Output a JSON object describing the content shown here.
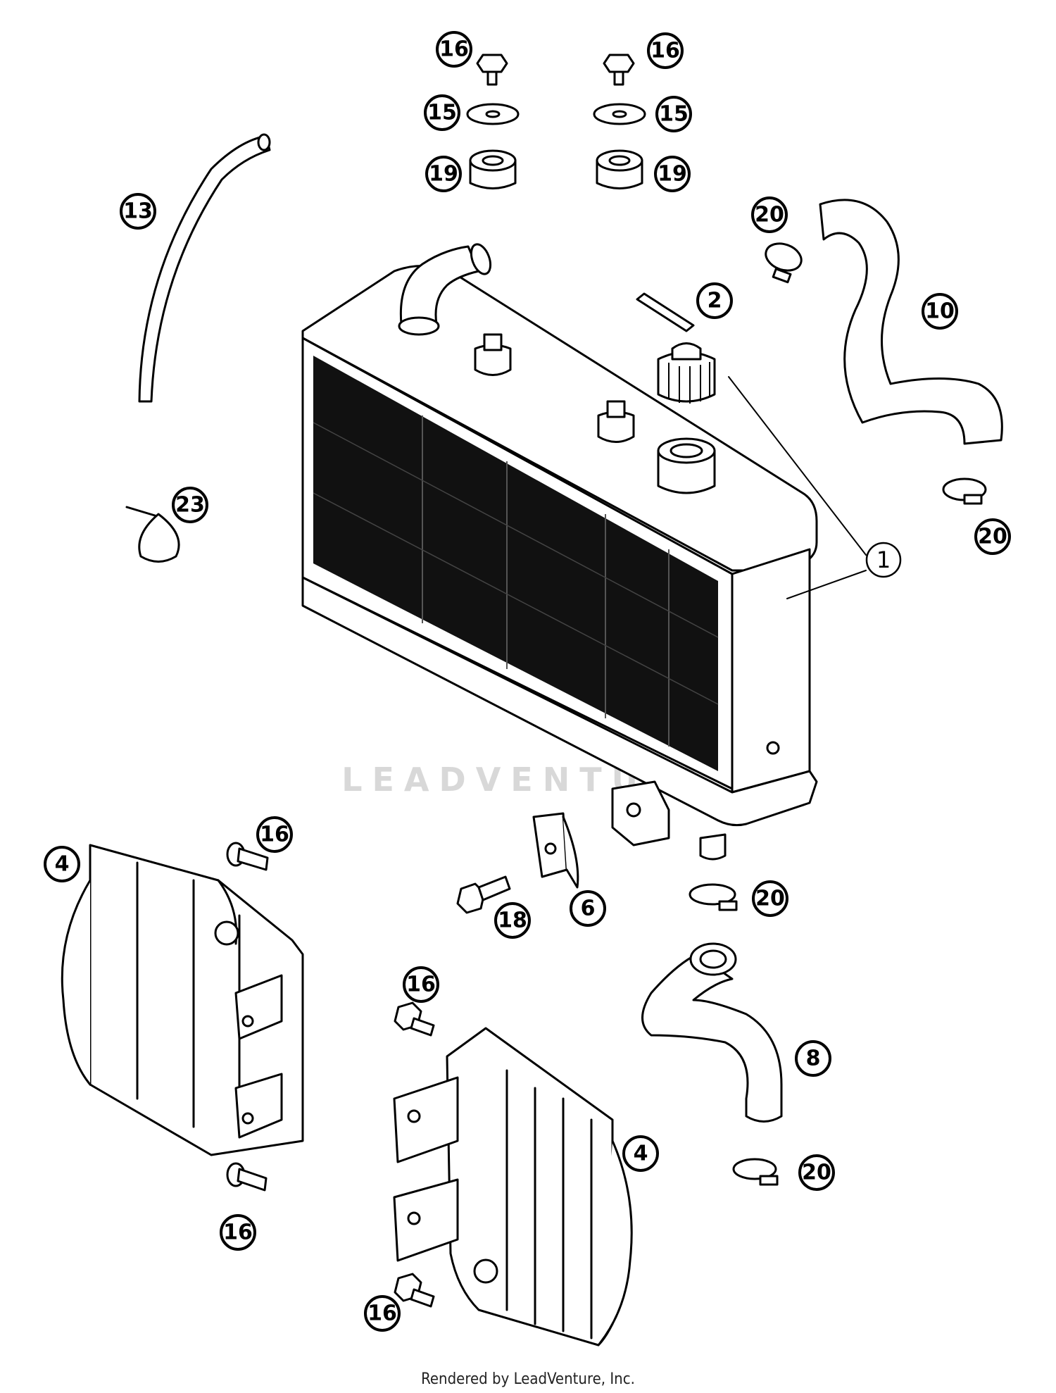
{
  "callouts": [
    {
      "id": "16a",
      "label": "16"
    },
    {
      "id": "16b",
      "label": "16"
    },
    {
      "id": "15a",
      "label": "15"
    },
    {
      "id": "15b",
      "label": "15"
    },
    {
      "id": "19a",
      "label": "19"
    },
    {
      "id": "19b",
      "label": "19"
    },
    {
      "id": "13",
      "label": "13"
    },
    {
      "id": "20a",
      "label": "20"
    },
    {
      "id": "2",
      "label": "2"
    },
    {
      "id": "10",
      "label": "10"
    },
    {
      "id": "23",
      "label": "23"
    },
    {
      "id": "20b",
      "label": "20"
    },
    {
      "id": "1",
      "label": "1"
    },
    {
      "id": "4a",
      "label": "4"
    },
    {
      "id": "16c",
      "label": "16"
    },
    {
      "id": "6",
      "label": "6"
    },
    {
      "id": "18",
      "label": "18"
    },
    {
      "id": "20c",
      "label": "20"
    },
    {
      "id": "16d",
      "label": "16"
    },
    {
      "id": "8",
      "label": "8"
    },
    {
      "id": "4b",
      "label": "4"
    },
    {
      "id": "20d",
      "label": "20"
    },
    {
      "id": "16e",
      "label": "16"
    },
    {
      "id": "16f",
      "label": "16"
    }
  ],
  "watermark": "LEADVENTURE",
  "footer": "Rendered by LeadVenture, Inc."
}
